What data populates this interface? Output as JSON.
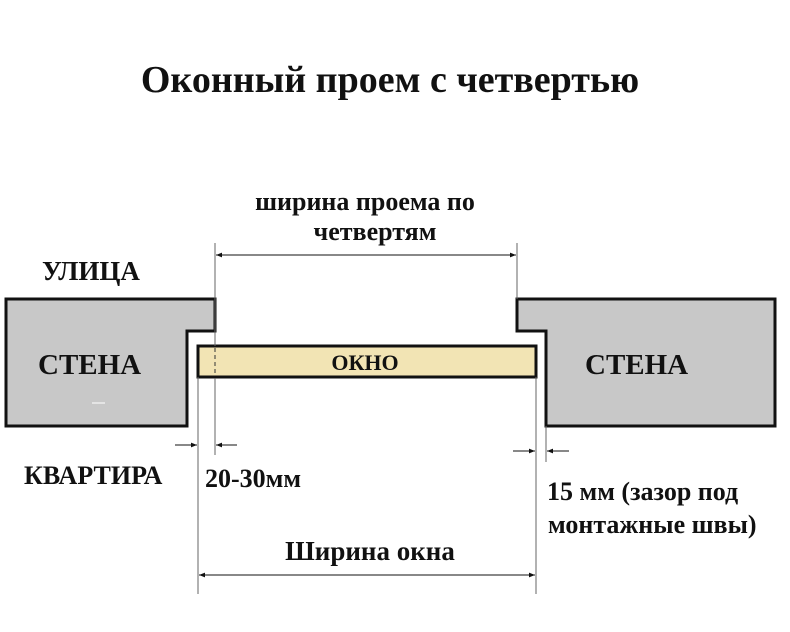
{
  "title": "Оконный проем с четвертью",
  "labels": {
    "street": "УЛИЦА",
    "apartment": "КВАРТИРА",
    "wall_left": "СТЕНА",
    "wall_right": "СТЕНА",
    "window": "ОКНО",
    "opening_width_line1": "ширина проема по",
    "opening_width_line2": "четвертям",
    "quarter_overlap": "20-30мм",
    "gap_line1": "15 мм (зазор под",
    "gap_line2": "монтажные швы)",
    "window_width": "Ширина окна"
  },
  "colors": {
    "wall_fill": "#c8c8c8",
    "window_fill": "#f2e4b4",
    "outline": "#111111",
    "dimension_line": "#666666"
  }
}
